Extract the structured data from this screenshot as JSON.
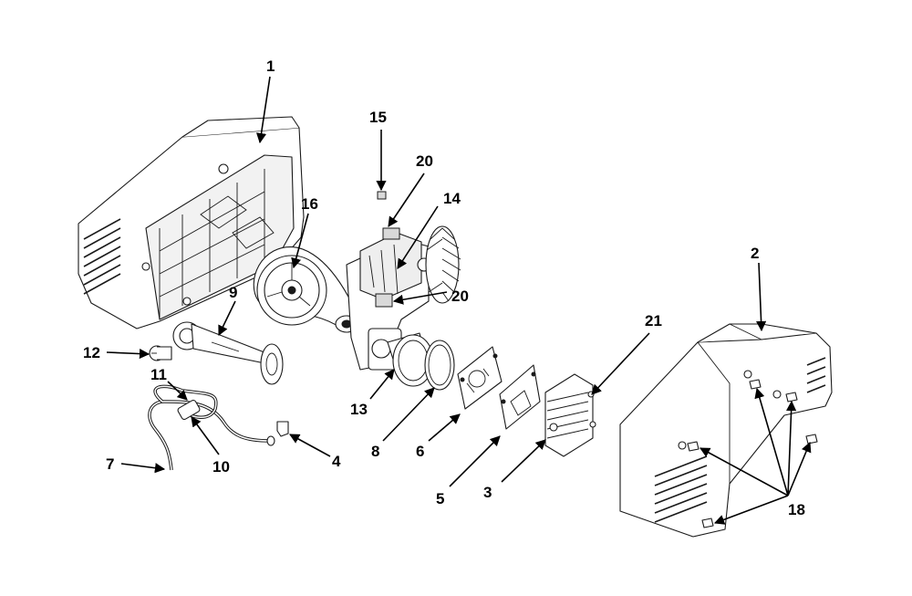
{
  "callouts": [
    {
      "id": "c1",
      "text": "1"
    },
    {
      "id": "c2",
      "text": "2"
    },
    {
      "id": "c3",
      "text": "3"
    },
    {
      "id": "c4",
      "text": "4"
    },
    {
      "id": "c5",
      "text": "5"
    },
    {
      "id": "c6",
      "text": "6"
    },
    {
      "id": "c7",
      "text": "7"
    },
    {
      "id": "c8",
      "text": "8"
    },
    {
      "id": "c9",
      "text": "9"
    },
    {
      "id": "c10",
      "text": "10"
    },
    {
      "id": "c11",
      "text": "11"
    },
    {
      "id": "c12",
      "text": "12"
    },
    {
      "id": "c13",
      "text": "13"
    },
    {
      "id": "c14",
      "text": "14"
    },
    {
      "id": "c15",
      "text": "15"
    },
    {
      "id": "c16",
      "text": "16"
    },
    {
      "id": "c18",
      "text": "18"
    },
    {
      "id": "c20a",
      "text": "20"
    },
    {
      "id": "c20b",
      "text": "20"
    },
    {
      "id": "c21",
      "text": "21"
    }
  ],
  "colors": {
    "line": "#1a1a1a",
    "background": "#ffffff",
    "shade": "#d9d9d9"
  }
}
